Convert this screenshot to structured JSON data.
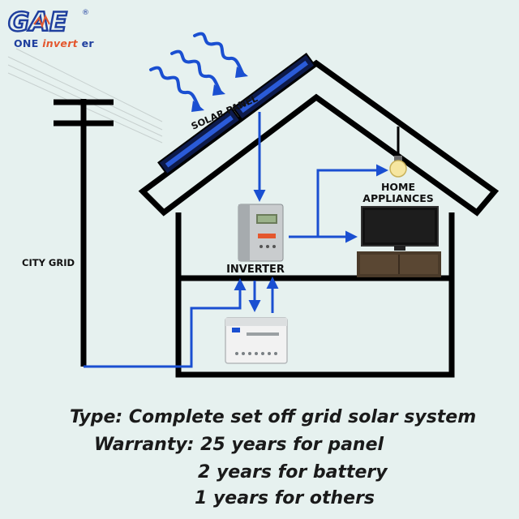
{
  "brand": {
    "logo_text": "GAE",
    "registered": "®",
    "tagline_pre": "ONE ",
    "tagline_mid": "invert",
    "tagline_post": " er"
  },
  "labels": {
    "solar_panel": "SOLAR PANEL",
    "home_appliances_1": "HOME",
    "home_appliances_2": "APPLIANCES",
    "inverter": "INVERTER",
    "city_grid": "CITY GRID"
  },
  "footer": {
    "type_line": "Type: Complete set off grid solar system",
    "warranty_line": "Warranty: 25 years for panel",
    "battery_line": "2 years for battery",
    "others_line": "1 years for others"
  },
  "colors": {
    "flow_arrow": "#1a4fd1",
    "house_outline": "#000000",
    "panel_fill": "#0d1a4a",
    "panel_accent": "#2a5bd8"
  },
  "icons": [
    "solar-panel-icon",
    "sun-ray-icon",
    "inverter-icon",
    "battery-icon",
    "tv-icon",
    "light-bulb-icon",
    "utility-pole-icon"
  ]
}
